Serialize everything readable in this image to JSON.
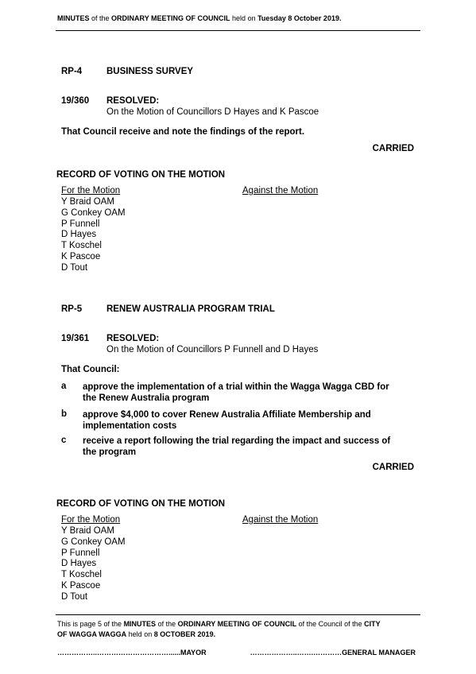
{
  "header": {
    "p1": "MINUTES",
    "p2": " of the ",
    "p3": "ORDINARY MEETING OF COUNCIL",
    "p4": " held on ",
    "p5": "Tuesday 8 October 2019."
  },
  "rp4": {
    "code": "RP-4",
    "title": "BUSINESS SURVEY",
    "res_no": "19/360",
    "res_label": "RESOLVED:",
    "motion": "On the Motion of Councillors D Hayes and K Pascoe",
    "text": "That Council receive and note the findings of the report.",
    "carried": "CARRIED",
    "voting_title": "RECORD OF VOTING ON THE MOTION",
    "for_label": "For the Motion",
    "against_label": "Against the Motion",
    "for_list": [
      "Y Braid OAM",
      "G Conkey OAM",
      "P Funnell",
      "D Hayes",
      "T Koschel",
      "K Pascoe",
      "D Tout"
    ]
  },
  "rp5": {
    "code": "RP-5",
    "title": "RENEW AUSTRALIA PROGRAM TRIAL",
    "res_no": "19/361",
    "res_label": "RESOLVED:",
    "motion": "On the Motion of Councillors P Funnell and D Hayes",
    "intro": "That Council:",
    "items": [
      {
        "label": "a",
        "line1": "approve the implementation of a trial within the Wagga Wagga CBD for",
        "line2": "the Renew Australia program"
      },
      {
        "label": "b",
        "line1": "approve $4,000 to cover Renew Australia Affiliate Membership and",
        "line2": "implementation costs"
      },
      {
        "label": "c",
        "line1": "receive a report following the trial regarding the impact and success of",
        "line2": "the program"
      }
    ],
    "carried": "CARRIED",
    "voting_title": "RECORD OF VOTING ON THE MOTION",
    "for_label": "For the Motion",
    "against_label": "Against the Motion",
    "for_list": [
      "Y Braid OAM",
      "G Conkey OAM",
      "P Funnell",
      "D Hayes",
      "T Koschel",
      "K Pascoe",
      "D Tout"
    ]
  },
  "footer": {
    "f1": "This is page 5 of the ",
    "f2": "MINUTES",
    "f3": " of the ",
    "f4": "ORDINARY MEETING OF COUNCIL",
    "f5": " of the Council of the ",
    "f6": "CITY",
    "f7": "OF WAGGA WAGGA",
    "f8": " held on ",
    "f9": " 8 OCTOBER 2019.",
    "mayor_sig": "……………..…………………………......MAYOR",
    "gm_sig": "………………..…….…………GENERAL MANAGER"
  }
}
